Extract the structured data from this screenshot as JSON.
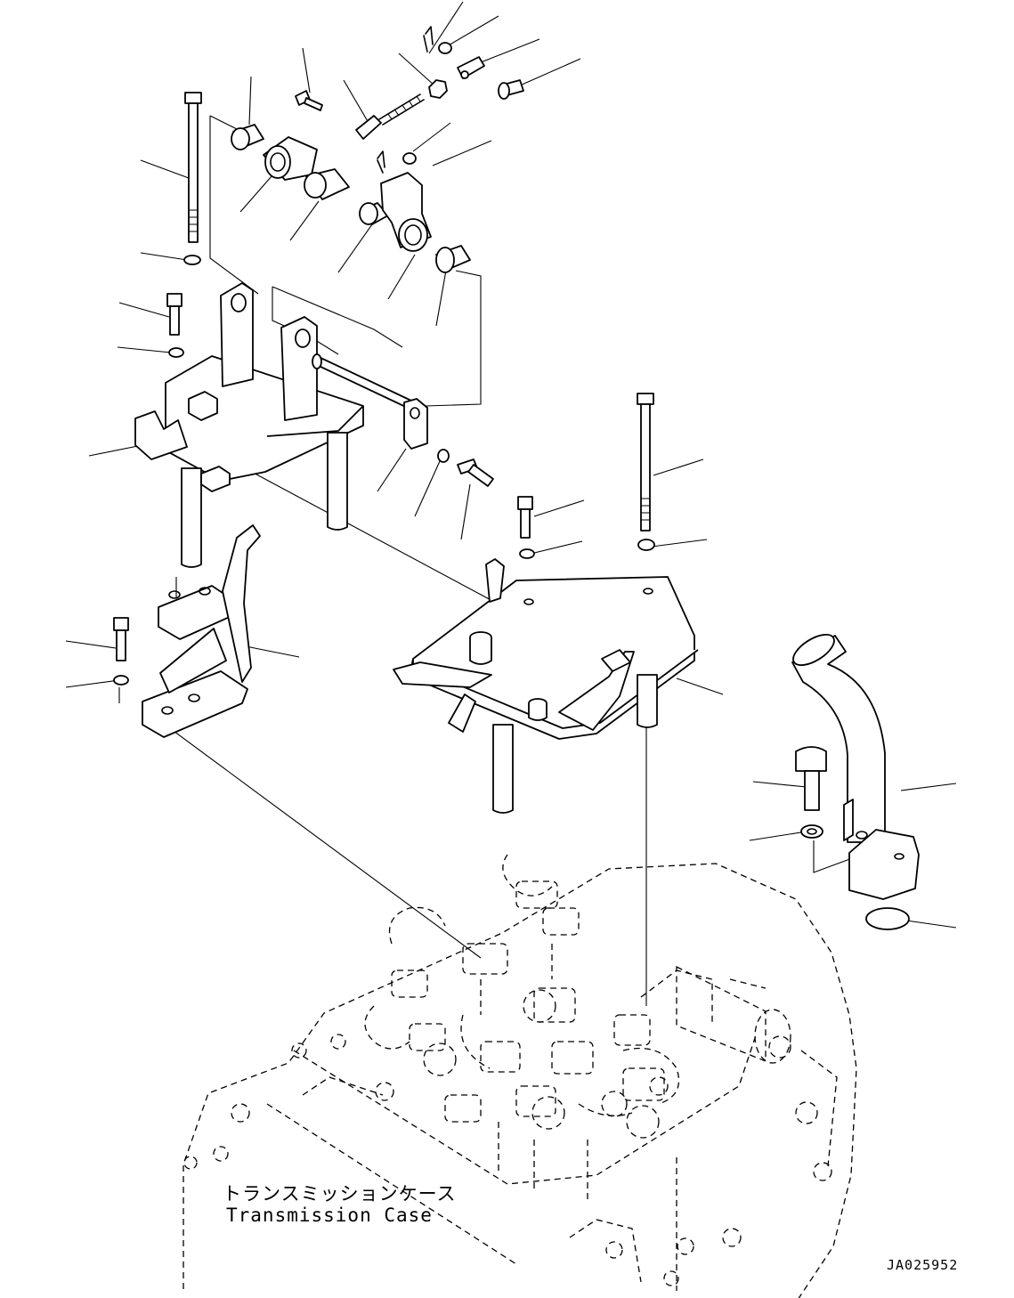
{
  "labels": {
    "case_jp": "トランスミッションケース",
    "case_en": "Transmission Case",
    "drawing_code": "JA025952"
  }
}
